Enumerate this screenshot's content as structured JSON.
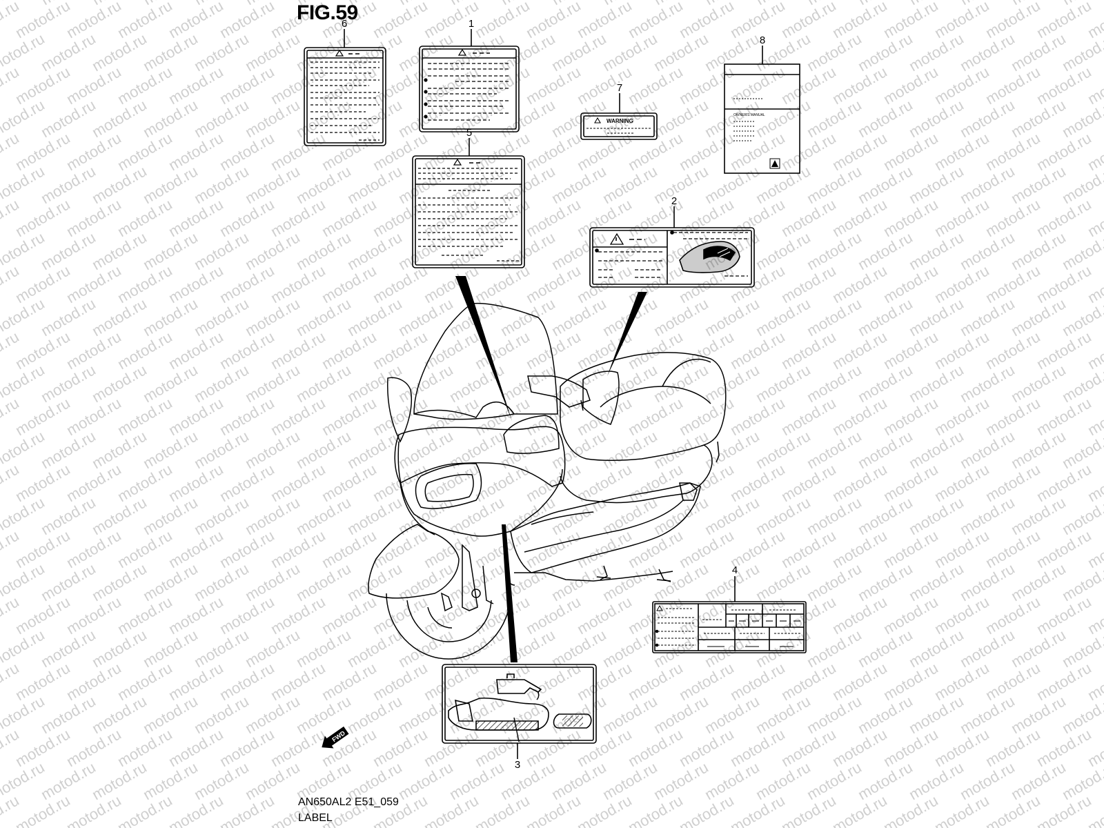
{
  "watermark": "motod.ru",
  "figure": {
    "title": "FIG.59",
    "code": "AN650AL2 E51_059",
    "caption": "LABEL"
  },
  "callouts": [
    "1",
    "2",
    "3",
    "4",
    "5",
    "6",
    "7",
    "8"
  ],
  "label_texts": {
    "warning": "WARNING",
    "owners_manual": "OWNER'S MANUAL",
    "fwd": "FWD"
  }
}
